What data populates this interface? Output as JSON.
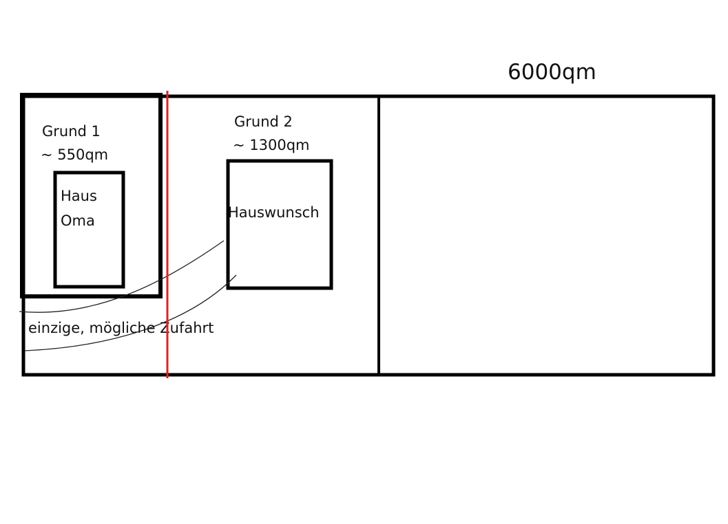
{
  "colors": {
    "background": "#ffffff",
    "outline": "#000000",
    "boundary_line": "#e02020"
  },
  "total_area": "6000qm",
  "grund1": {
    "name": "Grund 1",
    "size": "~ 550qm"
  },
  "haus_oma": {
    "line1": "Haus",
    "line2": "Oma"
  },
  "grund2": {
    "name": "Grund 2",
    "size": "~ 1300qm"
  },
  "hauswunsch": "Hauswunsch",
  "zufahrt": "einzige, mögliche Zufahrt"
}
